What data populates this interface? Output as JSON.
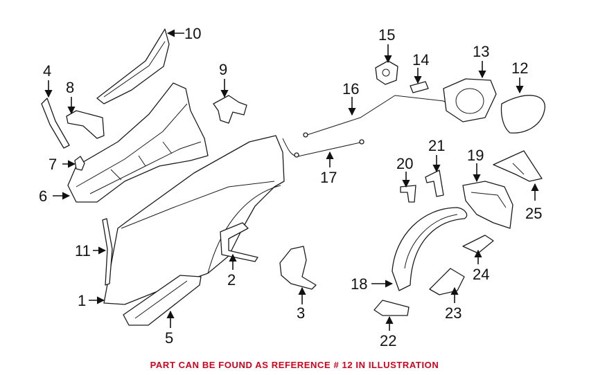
{
  "callouts": {
    "c1": "1",
    "c2": "2",
    "c3": "3",
    "c4": "4",
    "c5": "5",
    "c6": "6",
    "c7": "7",
    "c8": "8",
    "c9": "9",
    "c10": "10",
    "c11": "11",
    "c12": "12",
    "c13": "13",
    "c14": "14",
    "c15": "15",
    "c16": "16",
    "c17": "17",
    "c18": "18",
    "c19": "19",
    "c20": "20",
    "c21": "21",
    "c22": "22",
    "c23": "23",
    "c24": "24",
    "c25": "25"
  },
  "caption": {
    "text": "PART CAN BE FOUND AS REFERENCE # 12 IN ILLUSTRATION",
    "color": "#d0021b"
  }
}
